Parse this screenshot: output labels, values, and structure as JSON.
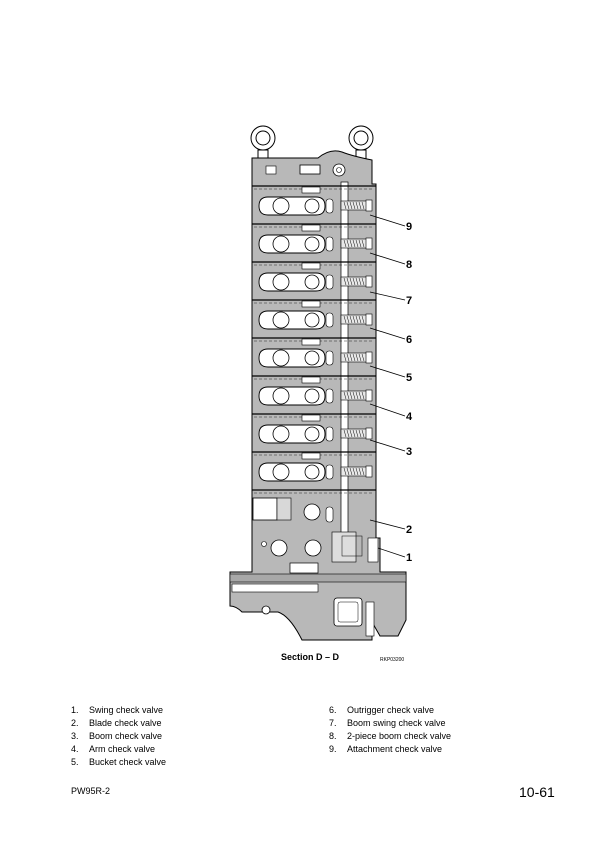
{
  "figure": {
    "caption": "Section D – D",
    "code": "RKP03200",
    "callouts": [
      "9",
      "8",
      "7",
      "6",
      "5",
      "4",
      "3",
      "2",
      "1"
    ]
  },
  "legend": {
    "left": [
      {
        "num": "1.",
        "label": "Swing check valve"
      },
      {
        "num": "2.",
        "label": "Blade check valve"
      },
      {
        "num": "3.",
        "label": "Boom check valve"
      },
      {
        "num": "4.",
        "label": "Arm check valve"
      },
      {
        "num": "5.",
        "label": "Bucket check valve"
      }
    ],
    "right": [
      {
        "num": "6.",
        "label": "Outrigger check valve"
      },
      {
        "num": "7.",
        "label": "Boom swing check valve"
      },
      {
        "num": "8.",
        "label": "2-piece boom check valve"
      },
      {
        "num": "9.",
        "label": "Attachment check valve"
      }
    ]
  },
  "footer": {
    "model": "PW95R-2",
    "page": "10-61"
  }
}
